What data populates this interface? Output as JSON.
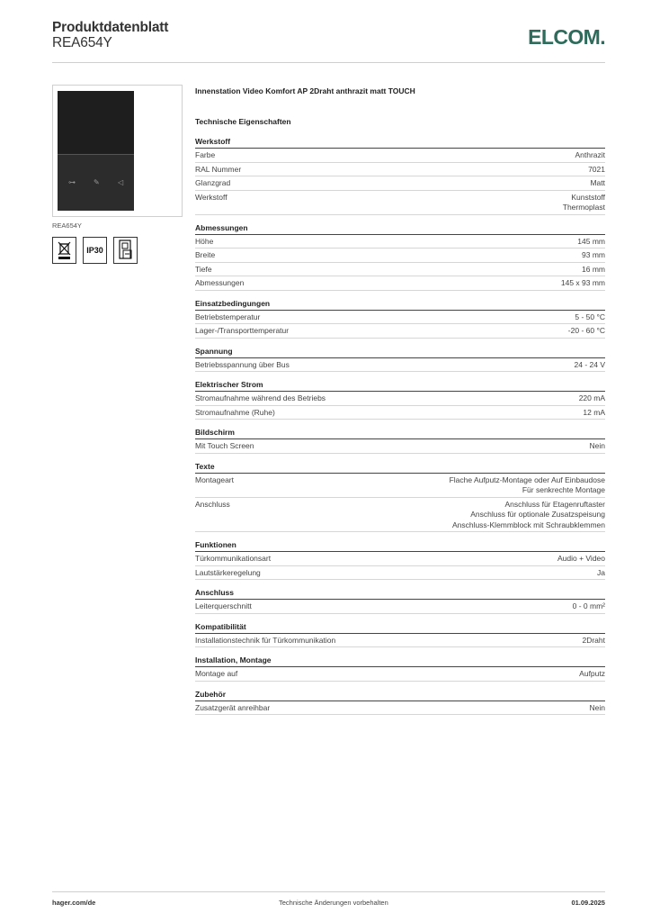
{
  "header": {
    "title": "Produktdatenblatt",
    "code": "REA654Y",
    "logo": "ELCOM."
  },
  "colors": {
    "brand": "#2e6b5a",
    "device": "#2c2c2c"
  },
  "left": {
    "image_caption": "REA654Y",
    "badges": [
      {
        "icon": "weee-crossed-bin-icon"
      },
      {
        "text": "IP30"
      },
      {
        "icon": "surface-mount-icon"
      }
    ]
  },
  "product": {
    "name": "Innenstation Video Komfort AP 2Draht anthrazit matt TOUCH",
    "spec_heading": "Technische Eigenschaften"
  },
  "sections": [
    {
      "title": "Werkstoff",
      "rows": [
        {
          "label": "Farbe",
          "values": [
            "Anthrazit"
          ]
        },
        {
          "label": "RAL Nummer",
          "values": [
            "7021"
          ]
        },
        {
          "label": "Glanzgrad",
          "values": [
            "Matt"
          ]
        },
        {
          "label": "Werkstoff",
          "values": [
            "Kunststoff",
            "Thermoplast"
          ]
        }
      ]
    },
    {
      "title": "Abmessungen",
      "rows": [
        {
          "label": "Höhe",
          "values": [
            "145 mm"
          ]
        },
        {
          "label": "Breite",
          "values": [
            "93 mm"
          ]
        },
        {
          "label": "Tiefe",
          "values": [
            "16 mm"
          ]
        },
        {
          "label": "Abmessungen",
          "values": [
            "145 x 93 mm"
          ]
        }
      ]
    },
    {
      "title": "Einsatzbedingungen",
      "rows": [
        {
          "label": "Betriebstemperatur",
          "values": [
            "5 - 50 °C"
          ]
        },
        {
          "label": "Lager-/Transporttemperatur",
          "values": [
            "-20 - 60 °C"
          ]
        }
      ]
    },
    {
      "title": "Spannung",
      "rows": [
        {
          "label": "Betriebsspannung über Bus",
          "values": [
            "24 - 24 V"
          ]
        }
      ]
    },
    {
      "title": "Elektrischer Strom",
      "rows": [
        {
          "label": "Stromaufnahme während des Betriebs",
          "values": [
            "220 mA"
          ]
        },
        {
          "label": "Stromaufnahme (Ruhe)",
          "values": [
            "12 mA"
          ]
        }
      ]
    },
    {
      "title": "Bildschirm",
      "rows": [
        {
          "label": "Mit Touch Screen",
          "values": [
            "Nein"
          ]
        }
      ]
    },
    {
      "title": "Texte",
      "rows": [
        {
          "label": "Montageart",
          "values": [
            "Flache Aufputz-Montage oder Auf Einbaudose",
            "Für senkrechte Montage"
          ]
        },
        {
          "label": "Anschluss",
          "values": [
            "Anschluss für Etagenruftaster",
            "Anschluss für optionale Zusatzspeisung",
            "Anschluss-Klemmblock mit Schraubklemmen"
          ]
        }
      ]
    },
    {
      "title": "Funktionen",
      "rows": [
        {
          "label": "Türkommunikationsart",
          "values": [
            "Audio + Video"
          ]
        },
        {
          "label": "Lautstärkeregelung",
          "values": [
            "Ja"
          ]
        }
      ]
    },
    {
      "title": "Anschluss",
      "rows": [
        {
          "label": "Leiterquerschnitt",
          "values": [
            "0 - 0 mm²"
          ]
        }
      ]
    },
    {
      "title": "Kompatibilität",
      "rows": [
        {
          "label": "Installationstechnik für Türkommunikation",
          "values": [
            "2Draht"
          ]
        }
      ]
    },
    {
      "title": "Installation, Montage",
      "rows": [
        {
          "label": "Montage auf",
          "values": [
            "Aufputz"
          ]
        }
      ]
    },
    {
      "title": "Zubehör",
      "rows": [
        {
          "label": "Zusatzgerät anreihbar",
          "values": [
            "Nein"
          ]
        }
      ]
    }
  ],
  "footer": {
    "left": "hager.com/de",
    "center": "Technische Änderungen vorbehalten",
    "right": "01.09.2025"
  }
}
